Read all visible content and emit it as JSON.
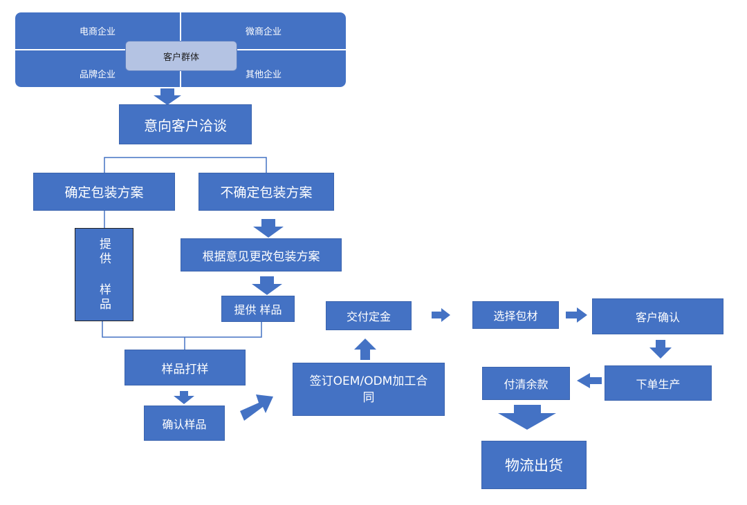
{
  "customer_group": {
    "top_left": "电商企业",
    "top_right": "微商企业",
    "bottom_left": "品牌企业",
    "bottom_right": "其他企业",
    "center": "客户群体"
  },
  "steps": {
    "negotiate": "意向客户洽谈",
    "confirm_plan": "确定包装方案",
    "unconfirm_plan": "不确定包装方案",
    "provide_sample_vertical": "提供 样品",
    "modify_plan": "根据意见更改包装方案",
    "provide_sample": "提供 样品",
    "sampling": "样品打样",
    "confirm_sample": "确认样品",
    "sign_contract": "签订OEM/ODM加工合同",
    "deposit": "交付定金",
    "choose_material": "选择包材",
    "customer_confirm": "客户确认",
    "production": "下单生产",
    "pay_balance": "付清余款",
    "logistics": "物流出货"
  },
  "colors": {
    "box_fill": "#4472c4",
    "center_fill": "#b4c3e3"
  }
}
